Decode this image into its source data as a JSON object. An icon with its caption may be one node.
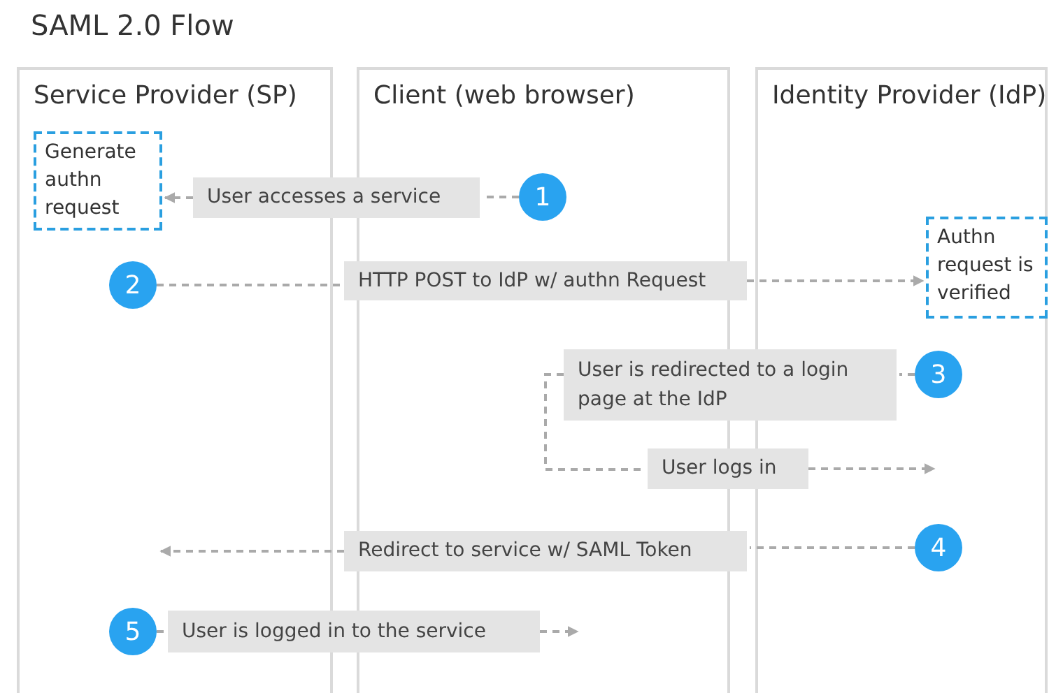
{
  "diagram": {
    "title": "SAML 2.0 Flow",
    "nodes": [
      {
        "text": [
          "Service Provider (SP)"
        ]
      },
      {
        "text": [
          "Client (web browser)"
        ]
      },
      {
        "text": [
          "Identity Provider (IdP)"
        ]
      },
      {
        "text": [
          "Generate authn request"
        ],
        "in": 0
      },
      {
        "text": [
          "1"
        ],
        "in": 1
      },
      {
        "text": [
          "User accesses a service"
        ]
      },
      {
        "text": [
          "2"
        ],
        "in": 0
      },
      {
        "text": [
          "HTTP POST to IdP w/ authn Request"
        ]
      },
      {
        "text": [
          "Authn request is verified"
        ],
        "in": 2
      },
      {
        "text": [
          "User is redirected to a login page at the IdP"
        ]
      },
      {
        "text": [
          "3"
        ],
        "in": 2
      },
      {
        "text": [
          "User logs in"
        ]
      },
      {
        "text": [
          "Redirect to service w/ SAML Token"
        ]
      },
      {
        "text": [
          "4"
        ],
        "in": 2
      },
      {
        "text": [
          "5"
        ],
        "in": 0
      },
      {
        "text": [
          "User is logged in to the service"
        ]
      }
    ],
    "edges": [
      {
        "from": 4,
        "to": 5,
        "arrow": "none"
      },
      {
        "from": 5,
        "to": 3,
        "arrow": "to"
      },
      {
        "from": 6,
        "to": 7,
        "arrow": "none"
      },
      {
        "from": 7,
        "to": 8,
        "arrow": "to"
      },
      {
        "from": 10,
        "to": 9,
        "arrow": "none"
      },
      {
        "from": 9,
        "to": 11,
        "arrow": "none"
      },
      {
        "from": 11,
        "to": null,
        "arrow": "to"
      },
      {
        "from": 13,
        "to": 12,
        "arrow": "none"
      },
      {
        "from": 12,
        "to": null,
        "arrow": "to"
      },
      {
        "from": 14,
        "to": 15,
        "arrow": "none"
      },
      {
        "from": 15,
        "to": null,
        "arrow": "to"
      }
    ]
  }
}
